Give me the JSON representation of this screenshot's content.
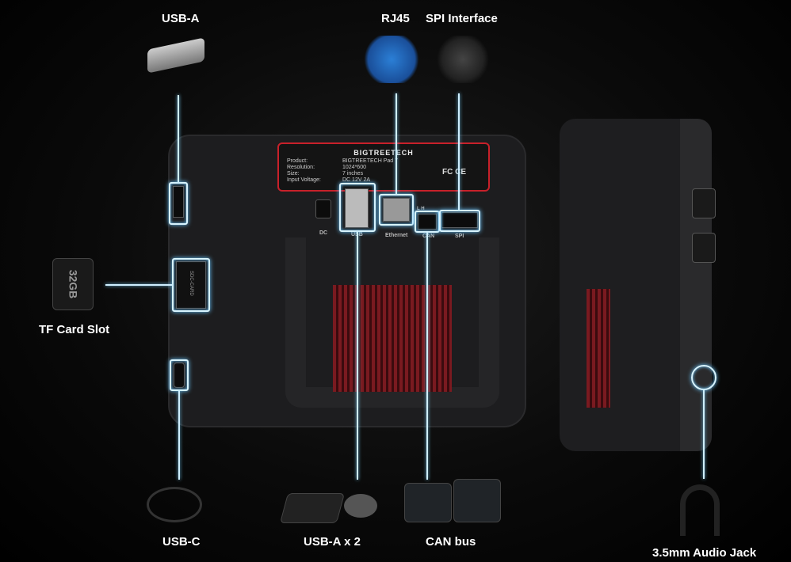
{
  "callouts": {
    "usb_a": "USB-A",
    "rj45": "RJ45",
    "spi": "SPI Interface",
    "tf_card": "TF Card Slot",
    "usb_c": "USB-C",
    "usb_a_x2": "USB-A x 2",
    "can_bus": "CAN bus",
    "audio": "3.5mm Audio Jack"
  },
  "device_label": {
    "brand": "BIGTREETECH",
    "rows": [
      {
        "key": "Product:",
        "value": "BIGTREETECH Pad 7"
      },
      {
        "key": "Resolution:",
        "value": "1024*600"
      },
      {
        "key": "Size:",
        "value": "7 inches"
      },
      {
        "key": "Input Voltage:",
        "value": "DC 12V 2A"
      }
    ],
    "certs": "FC CE"
  },
  "ports": {
    "dc": "DC",
    "usb": "USB",
    "ethernet": "Ethernet",
    "can": "CAN",
    "spi": "SPI",
    "can_pins": "L  H"
  },
  "sd_card": {
    "capacity": "32GB",
    "slot_text": "SDC-CARD"
  },
  "colors": {
    "highlight": "#d8f4ff",
    "glow": "#6cc8ff",
    "accent_red": "#c8202a"
  }
}
